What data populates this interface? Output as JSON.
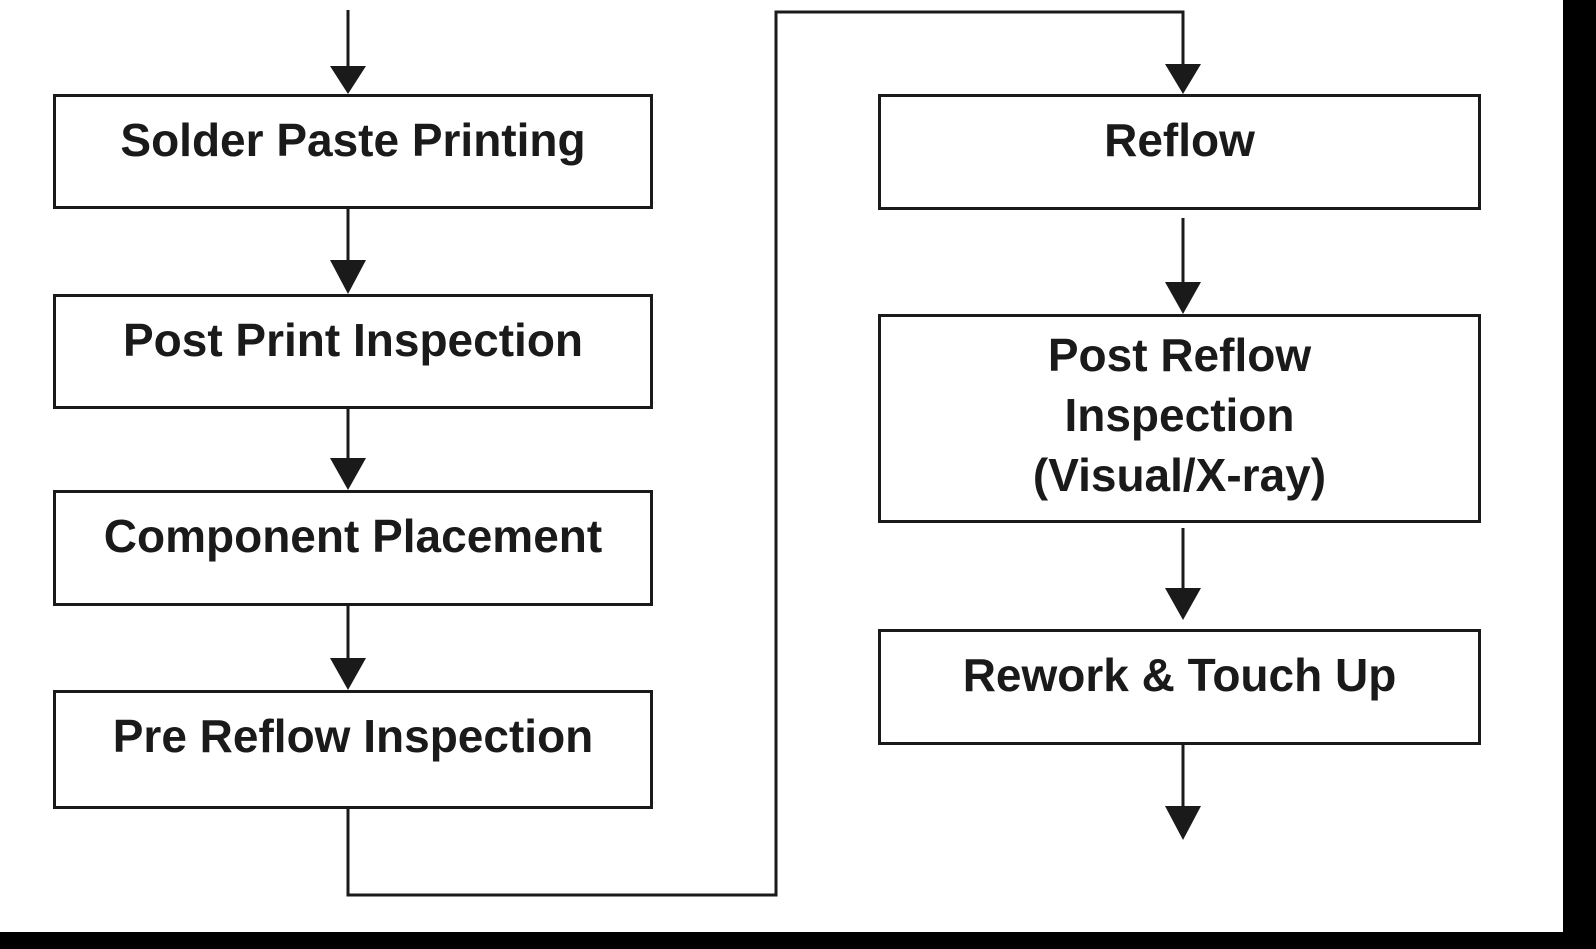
{
  "diagram": {
    "steps": [
      {
        "id": "solder-paste-printing",
        "label": "Solder Paste  Printing"
      },
      {
        "id": "post-print-inspection",
        "label": "Post Print Inspection"
      },
      {
        "id": "component-placement",
        "label": "Component Placement"
      },
      {
        "id": "pre-reflow-inspection",
        "label": "Pre Reflow Inspection"
      },
      {
        "id": "reflow",
        "label": "Reflow"
      },
      {
        "id": "post-reflow-inspection",
        "label": "Post Reflow\nInspection\n(Visual/X-ray)"
      },
      {
        "id": "rework-touch-up",
        "label": "Rework & Touch Up"
      }
    ],
    "colors": {
      "line": "#1a1a1a",
      "box_border": "#1a1a1a",
      "background": "#ffffff",
      "outer": "#000000"
    }
  }
}
